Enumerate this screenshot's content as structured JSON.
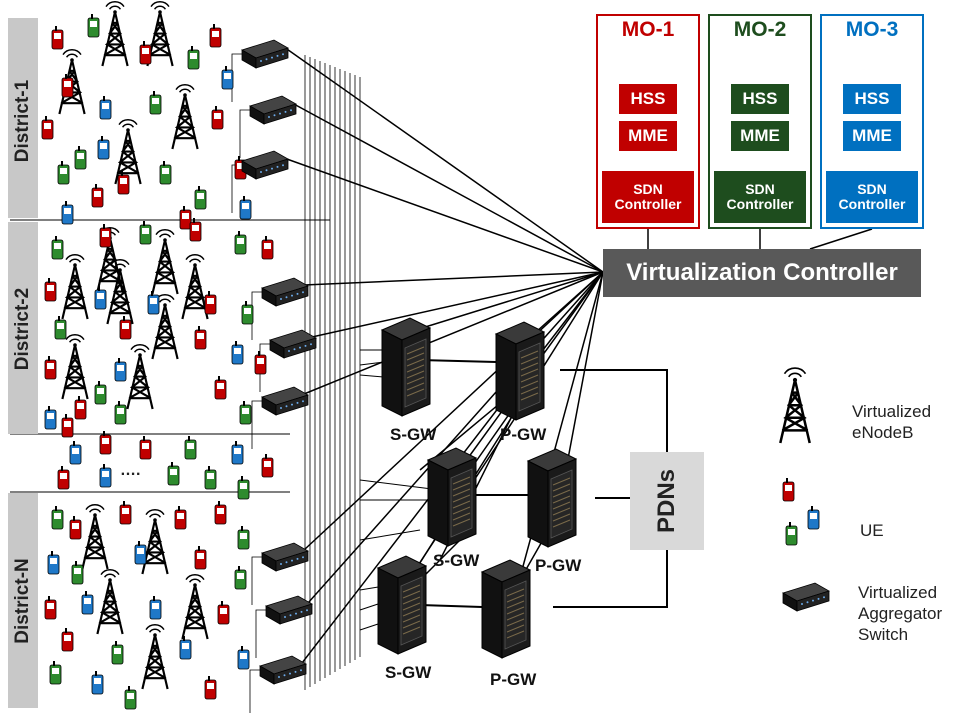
{
  "districts": [
    {
      "label": "District-1"
    },
    {
      "label": "District-2"
    },
    {
      "label": "District-N"
    }
  ],
  "ellipsis": "….",
  "operators": [
    {
      "title": "MO-1",
      "hss": "HSS",
      "mme": "MME",
      "sdn_line1": "SDN",
      "sdn_line2": "Controller",
      "color": "#c00000"
    },
    {
      "title": "MO-2",
      "hss": "HSS",
      "mme": "MME",
      "sdn_line1": "SDN",
      "sdn_line2": "Controller",
      "color": "#1e4d1e"
    },
    {
      "title": "MO-3",
      "hss": "HSS",
      "mme": "MME",
      "sdn_line1": "SDN",
      "sdn_line2": "Controller",
      "color": "#0070c0"
    }
  ],
  "virtualization_controller": "Virtualization Controller",
  "pdns": "PDNs",
  "gateways": [
    {
      "label": "S-GW"
    },
    {
      "label": "P-GW"
    },
    {
      "label": "S-GW"
    },
    {
      "label": "P-GW"
    },
    {
      "label": "S-GW"
    },
    {
      "label": "P-GW"
    }
  ],
  "legend": {
    "enodeb": "Virtualized\neNodeB",
    "ue": "UE",
    "switch": "Virtualized\nAggregator\nSwitch"
  },
  "colors": {
    "ue_red": "#c00000",
    "ue_green": "#2e8b2e",
    "ue_blue": "#1f78c8",
    "controller_grey": "#595959",
    "district_grey": "#c8c8c8",
    "pdn_grey": "#d9d9d9"
  }
}
